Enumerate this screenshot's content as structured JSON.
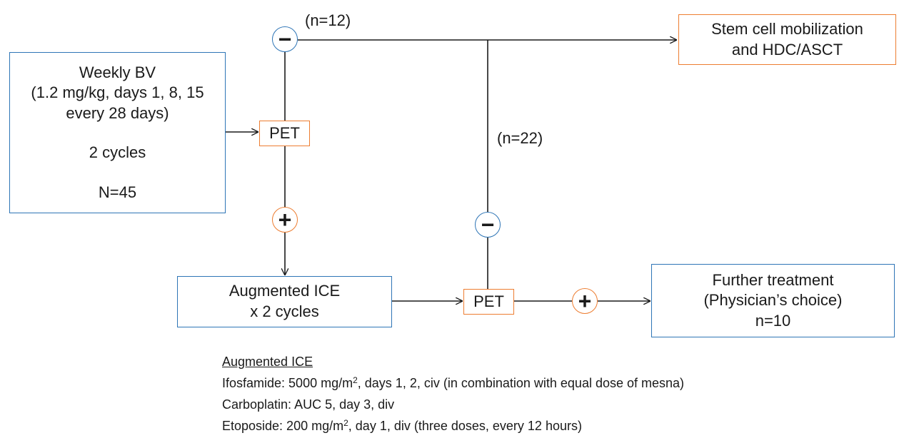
{
  "boxes": {
    "weekly_bv": {
      "line1": "Weekly BV",
      "line2": "(1.2 mg/kg, days 1, 8, 15",
      "line3": "every 28 days)",
      "line4": "2 cycles",
      "line5": "N=45"
    },
    "pet_top": "PET",
    "augmented_ice": {
      "line1": "Augmented ICE",
      "line2": "x 2 cycles"
    },
    "pet_bottom": "PET",
    "stem_cell": {
      "line1": "Stem cell mobilization",
      "line2": "and HDC/ASCT"
    },
    "further": {
      "line1": "Further treatment",
      "line2": "(Physician’s choice)",
      "line3": "n=10"
    }
  },
  "labels": {
    "n12": "(n=12)",
    "n22": "(n=22)"
  },
  "symbols": {
    "minus": "−",
    "plus": "+"
  },
  "colors": {
    "negative_border": "#2e75b6",
    "positive_border": "#ed7d31",
    "line": "#1a1a1a"
  },
  "notes": {
    "heading": "Augmented ICE",
    "ifos_a": "Ifosfamide: 5000 mg/m",
    "ifos_b": ", days 1, 2, civ (in combination with equal dose of mesna)",
    "carbo": "Carboplatin: AUC 5, day 3, div",
    "etop_a": "Etoposide: 200 mg/m",
    "etop_b": ", day 1, div (three doses, every 12 hours)",
    "sup": "2"
  }
}
